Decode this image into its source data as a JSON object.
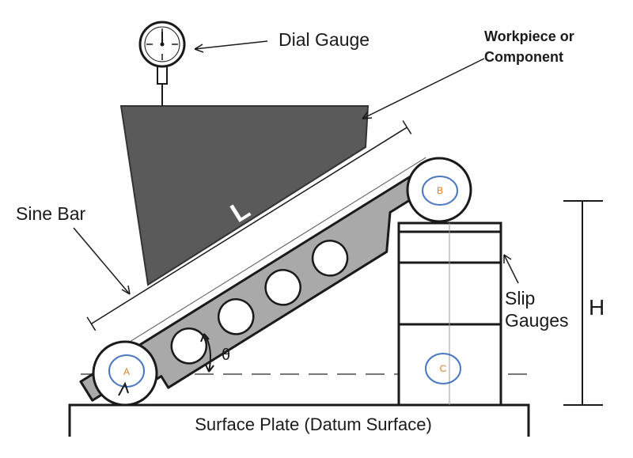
{
  "labels": {
    "dial_gauge": "Dial Gauge",
    "workpiece_line1": "Workpiece or",
    "workpiece_line2": "Component",
    "sine_bar": "Sine Bar",
    "length": "L",
    "slip_line1": "Slip",
    "slip_line2": "Gauges",
    "height": "H",
    "angle": "θ",
    "surface_plate": "Surface Plate (Datum Surface)"
  },
  "rollers": {
    "a": "A",
    "b": "B",
    "c": "C"
  },
  "colors": {
    "workpiece": "#5a5a5a",
    "sine_bar": "#a9a9a9",
    "roller_marker": "#4a78c0",
    "roller_letter": "#d9822b",
    "outline": "#1a1a1a"
  }
}
